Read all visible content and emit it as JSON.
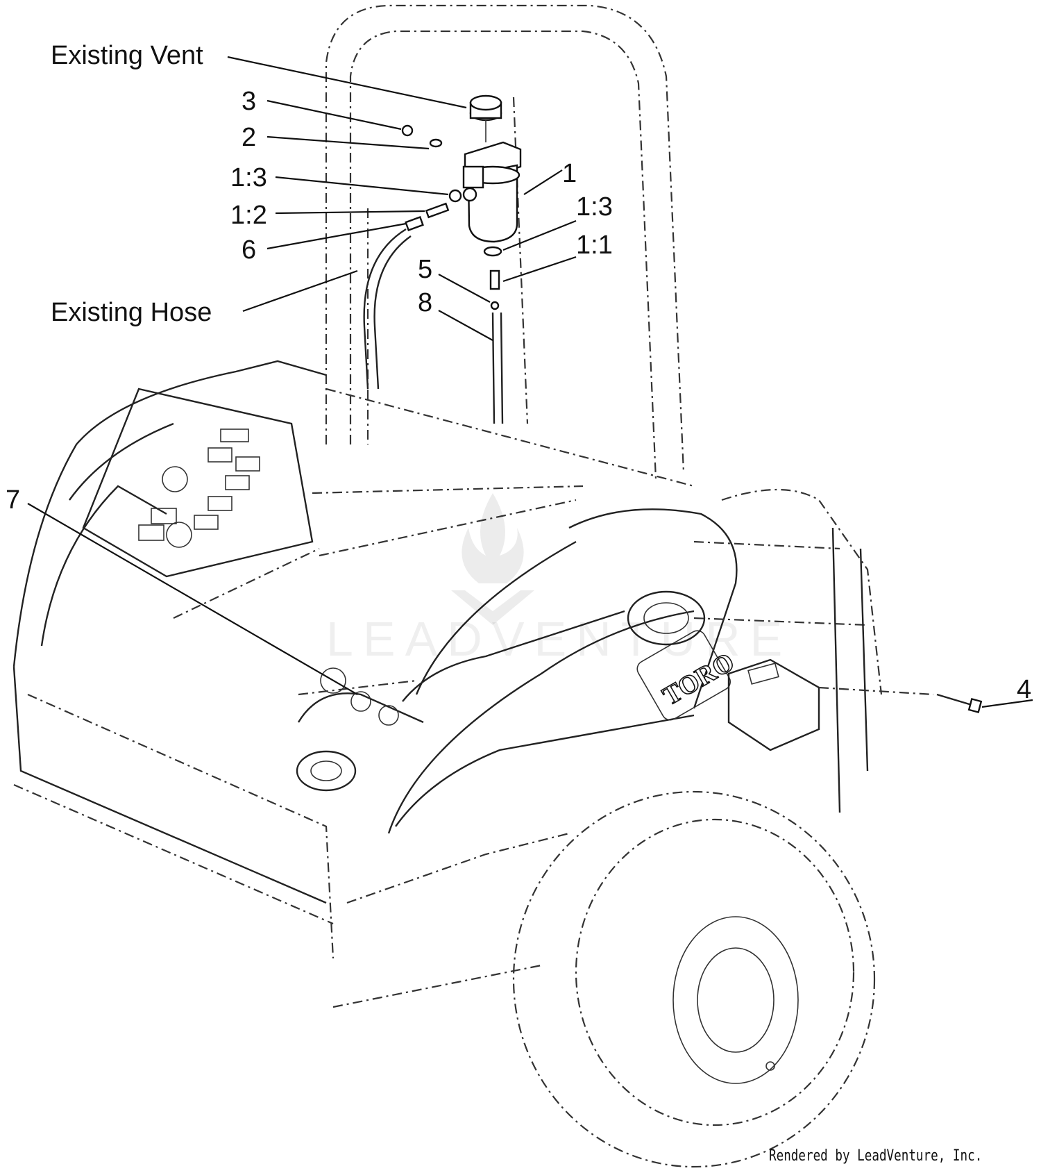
{
  "labels": {
    "existing_vent": "Existing Vent",
    "existing_hose": "Existing Hose",
    "item_1": "1",
    "item_1_1": "1:1",
    "item_1_2": "1:2",
    "item_1_3a": "1:3",
    "item_1_3b": "1:3",
    "item_2": "2",
    "item_3": "3",
    "item_4": "4",
    "item_5": "5",
    "item_6": "6",
    "item_7": "7",
    "item_8": "8"
  },
  "decals": {
    "brand_logo": "TORO"
  },
  "watermark": {
    "text": "LEADVENTURE"
  },
  "footer": {
    "credit": "Rendered by LeadVenture, Inc."
  }
}
